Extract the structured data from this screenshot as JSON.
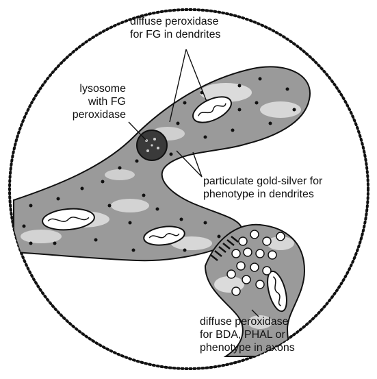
{
  "labels": {
    "diffuse_fg": "diffuse peroxidase\nfor FG in dendrites",
    "lysosome": "lysosome\nwith FG\nperoxidase",
    "gold_silver": "particulate gold-silver for\nphenotype in dendrites",
    "diffuse_bda": "diffuse peroxidase\nfor BDA, PHAL or\nphenotype in axons"
  },
  "colors": {
    "cytoplasm": "#9a9a9a",
    "light_patch": "#e6e6e6",
    "dark_organelle": "#3a3a3a",
    "outline": "#111111",
    "vesicle": "#ffffff"
  }
}
